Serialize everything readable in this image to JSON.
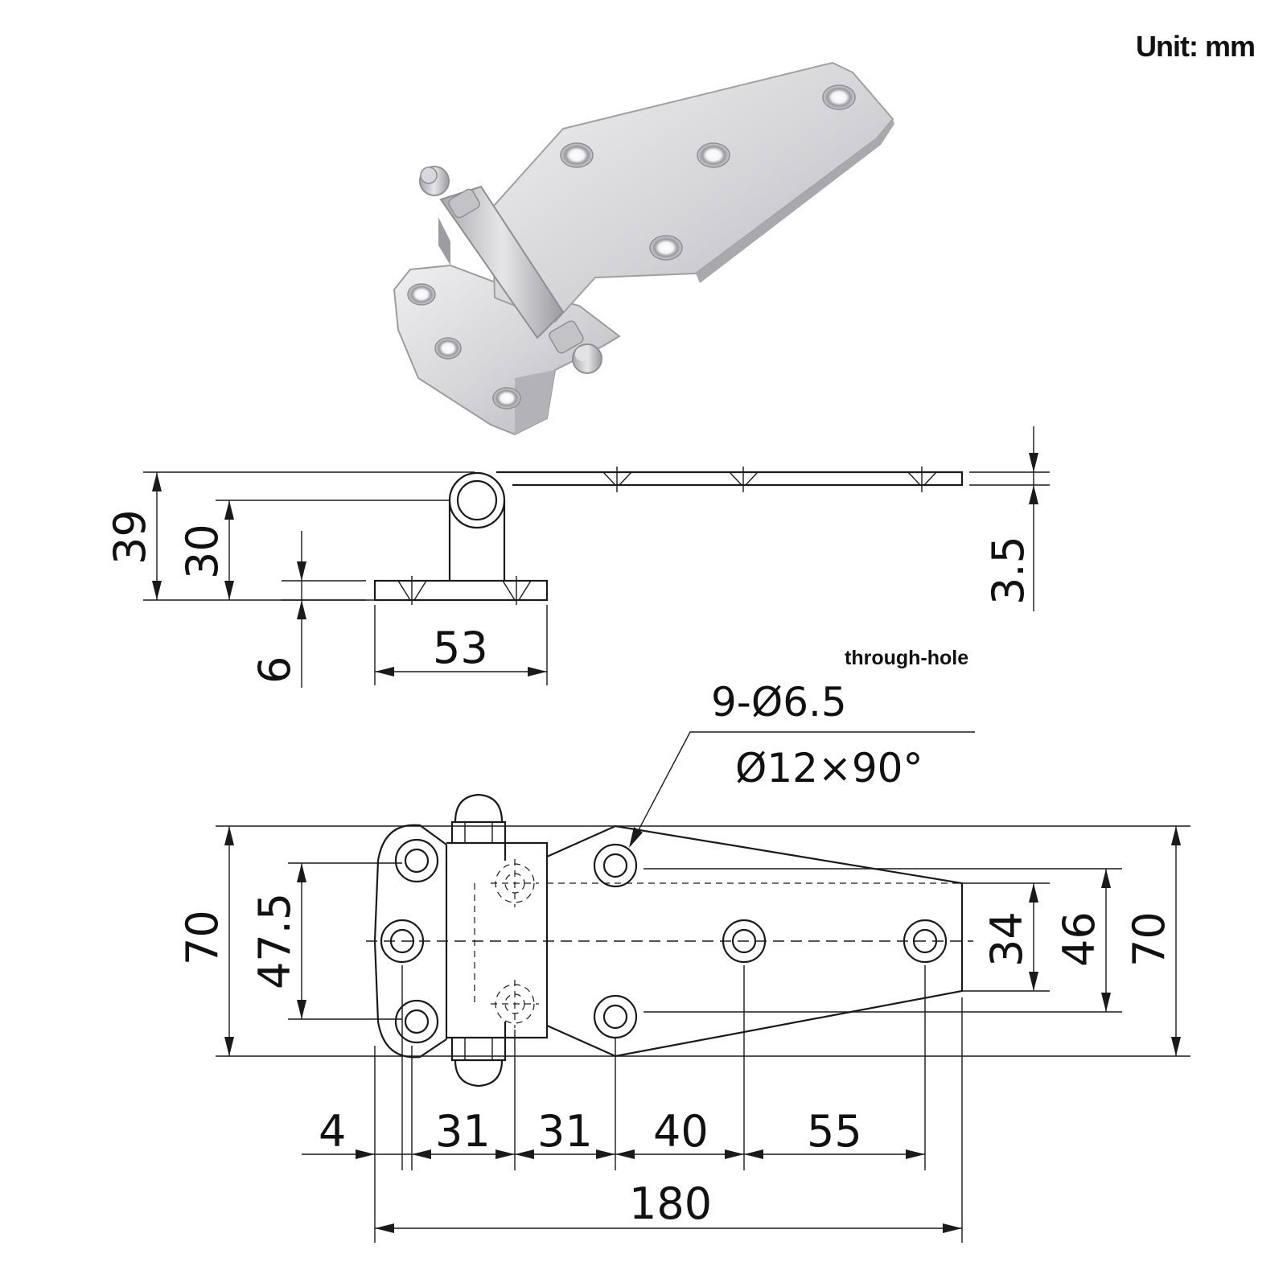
{
  "unit_label": "Unit: mm",
  "side_view": {
    "overall_height": "39",
    "pin_center_height": "30",
    "base_thickness": "6",
    "base_width": "53",
    "leaf_thickness": "3.5"
  },
  "top_view": {
    "hole_note_label": "through-hole",
    "hole_spec": "9-Ø6.5",
    "countersink_spec": "Ø12×90°",
    "left_height": "70",
    "left_hole_pitch": "47.5",
    "right_inner_pitch": "34",
    "right_outer_pitch": "46",
    "right_height": "70",
    "offset_4": "4",
    "spacing_31_a": "31",
    "spacing_31_b": "31",
    "spacing_40": "40",
    "spacing_55": "55",
    "overall_length": "180"
  },
  "colors": {
    "line": "#1a1a1a",
    "steel_light": "#e4e4e6",
    "steel_mid": "#c9c9cc",
    "steel_dark": "#9a9a9e"
  }
}
